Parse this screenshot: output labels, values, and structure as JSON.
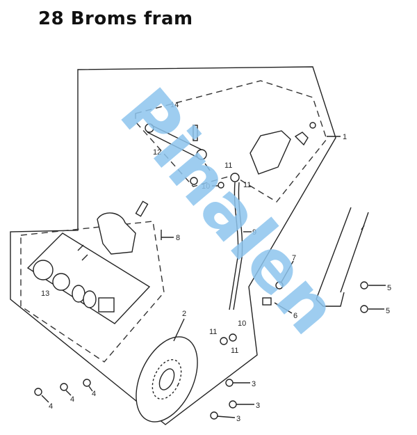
{
  "title": "28 Broms fram",
  "watermark": {
    "text": "Pinalen",
    "color": "#8ec5ee"
  },
  "callouts": {
    "c1": "1",
    "c2": "2",
    "c3a": "3",
    "c3b": "3",
    "c3c": "3",
    "c4a": "4",
    "c4b": "4",
    "c4c": "4",
    "c5a": "5",
    "c5b": "5",
    "c6": "6",
    "c7": "7",
    "c8": "8",
    "c9": "9",
    "c10a": "10",
    "c10b": "10",
    "c11a": "11",
    "c11b": "11",
    "c11c": "11",
    "c11d": "11",
    "c12": "12",
    "c13": "13",
    "c14": "14"
  }
}
